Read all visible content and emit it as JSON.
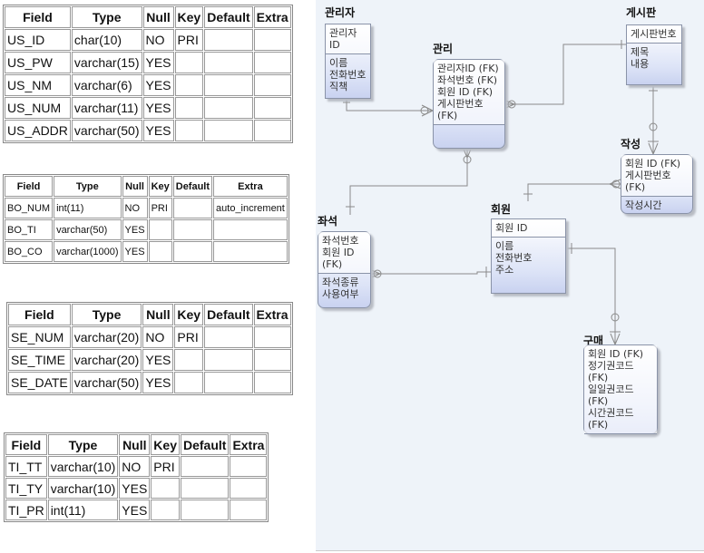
{
  "tables": [
    {
      "headers": [
        "Field",
        "Type",
        "Null",
        "Key",
        "Default",
        "Extra"
      ],
      "rows": [
        [
          "US_ID",
          "char(10)",
          "NO",
          "PRI",
          "",
          ""
        ],
        [
          "US_PW",
          "varchar(15)",
          "YES",
          "",
          "",
          ""
        ],
        [
          "US_NM",
          "varchar(6)",
          "YES",
          "",
          "",
          ""
        ],
        [
          "US_NUM",
          "varchar(11)",
          "YES",
          "",
          "",
          ""
        ],
        [
          "US_ADDR",
          "varchar(50)",
          "YES",
          "",
          "",
          ""
        ]
      ]
    },
    {
      "headers": [
        "Field",
        "Type",
        "Null",
        "Key",
        "Default",
        "Extra"
      ],
      "rows": [
        [
          "BO_NUM",
          "int(11)",
          "NO",
          "PRI",
          "",
          "auto_increment"
        ],
        [
          "BO_TI",
          "varchar(50)",
          "YES",
          "",
          "",
          ""
        ],
        [
          "BO_CO",
          "varchar(1000)",
          "YES",
          "",
          "",
          ""
        ]
      ]
    },
    {
      "headers": [
        "Field",
        "Type",
        "Null",
        "Key",
        "Default",
        "Extra"
      ],
      "rows": [
        [
          "SE_NUM",
          "varchar(20)",
          "NO",
          "PRI",
          "",
          ""
        ],
        [
          "SE_TIME",
          "varchar(20)",
          "YES",
          "",
          "",
          ""
        ],
        [
          "SE_DATE",
          "varchar(50)",
          "YES",
          "",
          "",
          ""
        ]
      ]
    },
    {
      "headers": [
        "Field",
        "Type",
        "Null",
        "Key",
        "Default",
        "Extra"
      ],
      "rows": [
        [
          "TI_TT",
          "varchar(10)",
          "NO",
          "PRI",
          "",
          ""
        ],
        [
          "TI_TY",
          "varchar(10)",
          "YES",
          "",
          "",
          ""
        ],
        [
          "TI_PR",
          "int(11)",
          "YES",
          "",
          "",
          ""
        ]
      ]
    }
  ],
  "erd": {
    "admin": {
      "title": "관리자",
      "keys": [
        "관리자ID"
      ],
      "attrs": [
        "이름",
        "전화번호",
        "직책"
      ]
    },
    "manage": {
      "title": "관리",
      "keys": [
        "관리자ID (FK)",
        "좌석번호 (FK)",
        "회원 ID (FK)",
        "게시판번호 (FK)"
      ],
      "attrs": []
    },
    "board": {
      "title": "게시판",
      "keys": [
        "게시판번호"
      ],
      "attrs": [
        "제목",
        "내용"
      ]
    },
    "write": {
      "title": "작성",
      "keys": [
        "회원 ID (FK)",
        "게시판번호 (FK)"
      ],
      "attrs": [
        "작성시간"
      ]
    },
    "seat": {
      "title": "좌석",
      "keys": [
        "좌석번호",
        "회원 ID (FK)"
      ],
      "attrs": [
        "좌석종류",
        "사용여부"
      ]
    },
    "member": {
      "title": "회원",
      "keys": [
        "회원 ID"
      ],
      "attrs": [
        "이름",
        "전화번호",
        "주소"
      ]
    },
    "purchase": {
      "title": "구매",
      "keys": [
        "회원 ID (FK)",
        "정기권코드 (FK)",
        "일일권코드 (FK)",
        "시간권코드 (FK)"
      ],
      "attrs": []
    }
  }
}
